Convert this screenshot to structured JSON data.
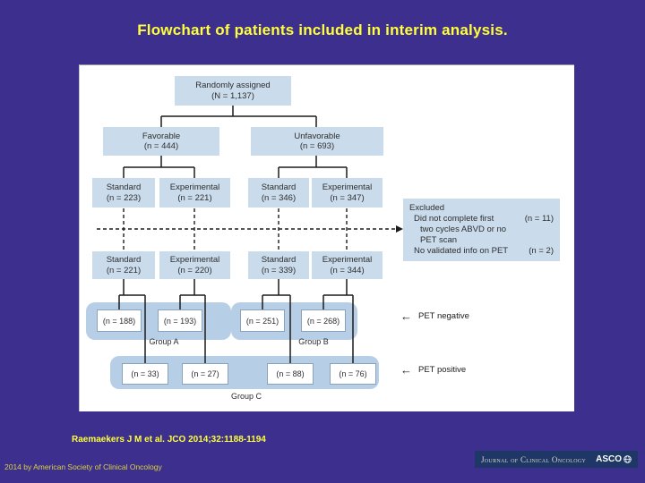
{
  "title": "Flowchart of patients included in interim analysis.",
  "footer": {
    "citation": "Raemaekers J M et al. JCO 2014;32:1188-1194",
    "copyright": "2014 by American Society of Clinical Oncology",
    "journal_name": "Journal of Clinical Oncology",
    "asco_label": "ASCO"
  },
  "colors": {
    "background": "#3c2f8e",
    "title_text": "#ffff3b",
    "panel": "#ffffff",
    "node_fill": "#cadcec",
    "group_fill": "#b7cfe6",
    "connector": "#1c1c1c",
    "logo_bar": "#1e3766"
  },
  "flowchart": {
    "arrow_glyph": "←",
    "nodes": {
      "root": {
        "label": "Randomly assigned",
        "count": "(N = 1,137)"
      },
      "favorable": {
        "label": "Favorable",
        "count": "(n = 444)"
      },
      "unfavorable": {
        "label": "Unfavorable",
        "count": "(n = 693)"
      },
      "fav_standard": {
        "label": "Standard",
        "count": "(n = 223)"
      },
      "fav_experimental": {
        "label": "Experimental",
        "count": "(n = 221)"
      },
      "unfav_standard": {
        "label": "Standard",
        "count": "(n = 346)"
      },
      "unfav_experimental": {
        "label": "Experimental",
        "count": "(n = 347)"
      },
      "fav_standard_after": {
        "label": "Standard",
        "count": "(n = 221)"
      },
      "fav_experimental_after": {
        "label": "Experimental",
        "count": "(n = 220)"
      },
      "unfav_standard_after": {
        "label": "Standard",
        "count": "(n = 339)"
      },
      "unfav_experimental_after": {
        "label": "Experimental",
        "count": "(n = 344)"
      }
    },
    "excluded": {
      "title": "Excluded",
      "reason1": "Did not complete first",
      "reason1_line2": "two cycles ABVD or no",
      "reason1_line3": "PET scan",
      "reason1_count": "(n = 11)",
      "reason2": "No validated info on PET",
      "reason2_count": "(n = 2)"
    },
    "pet_negative": {
      "label": "PET negative",
      "counts": {
        "a1": "(n = 188)",
        "a2": "(n = 193)",
        "b1": "(n = 251)",
        "b2": "(n = 268)"
      }
    },
    "pet_positive": {
      "label": "PET positive",
      "counts": {
        "c1": "(n = 33)",
        "c2": "(n = 27)",
        "c3": "(n = 88)",
        "c4": "(n = 76)"
      }
    },
    "groups": {
      "a": "Group A",
      "b": "Group B",
      "c": "Group C"
    }
  }
}
